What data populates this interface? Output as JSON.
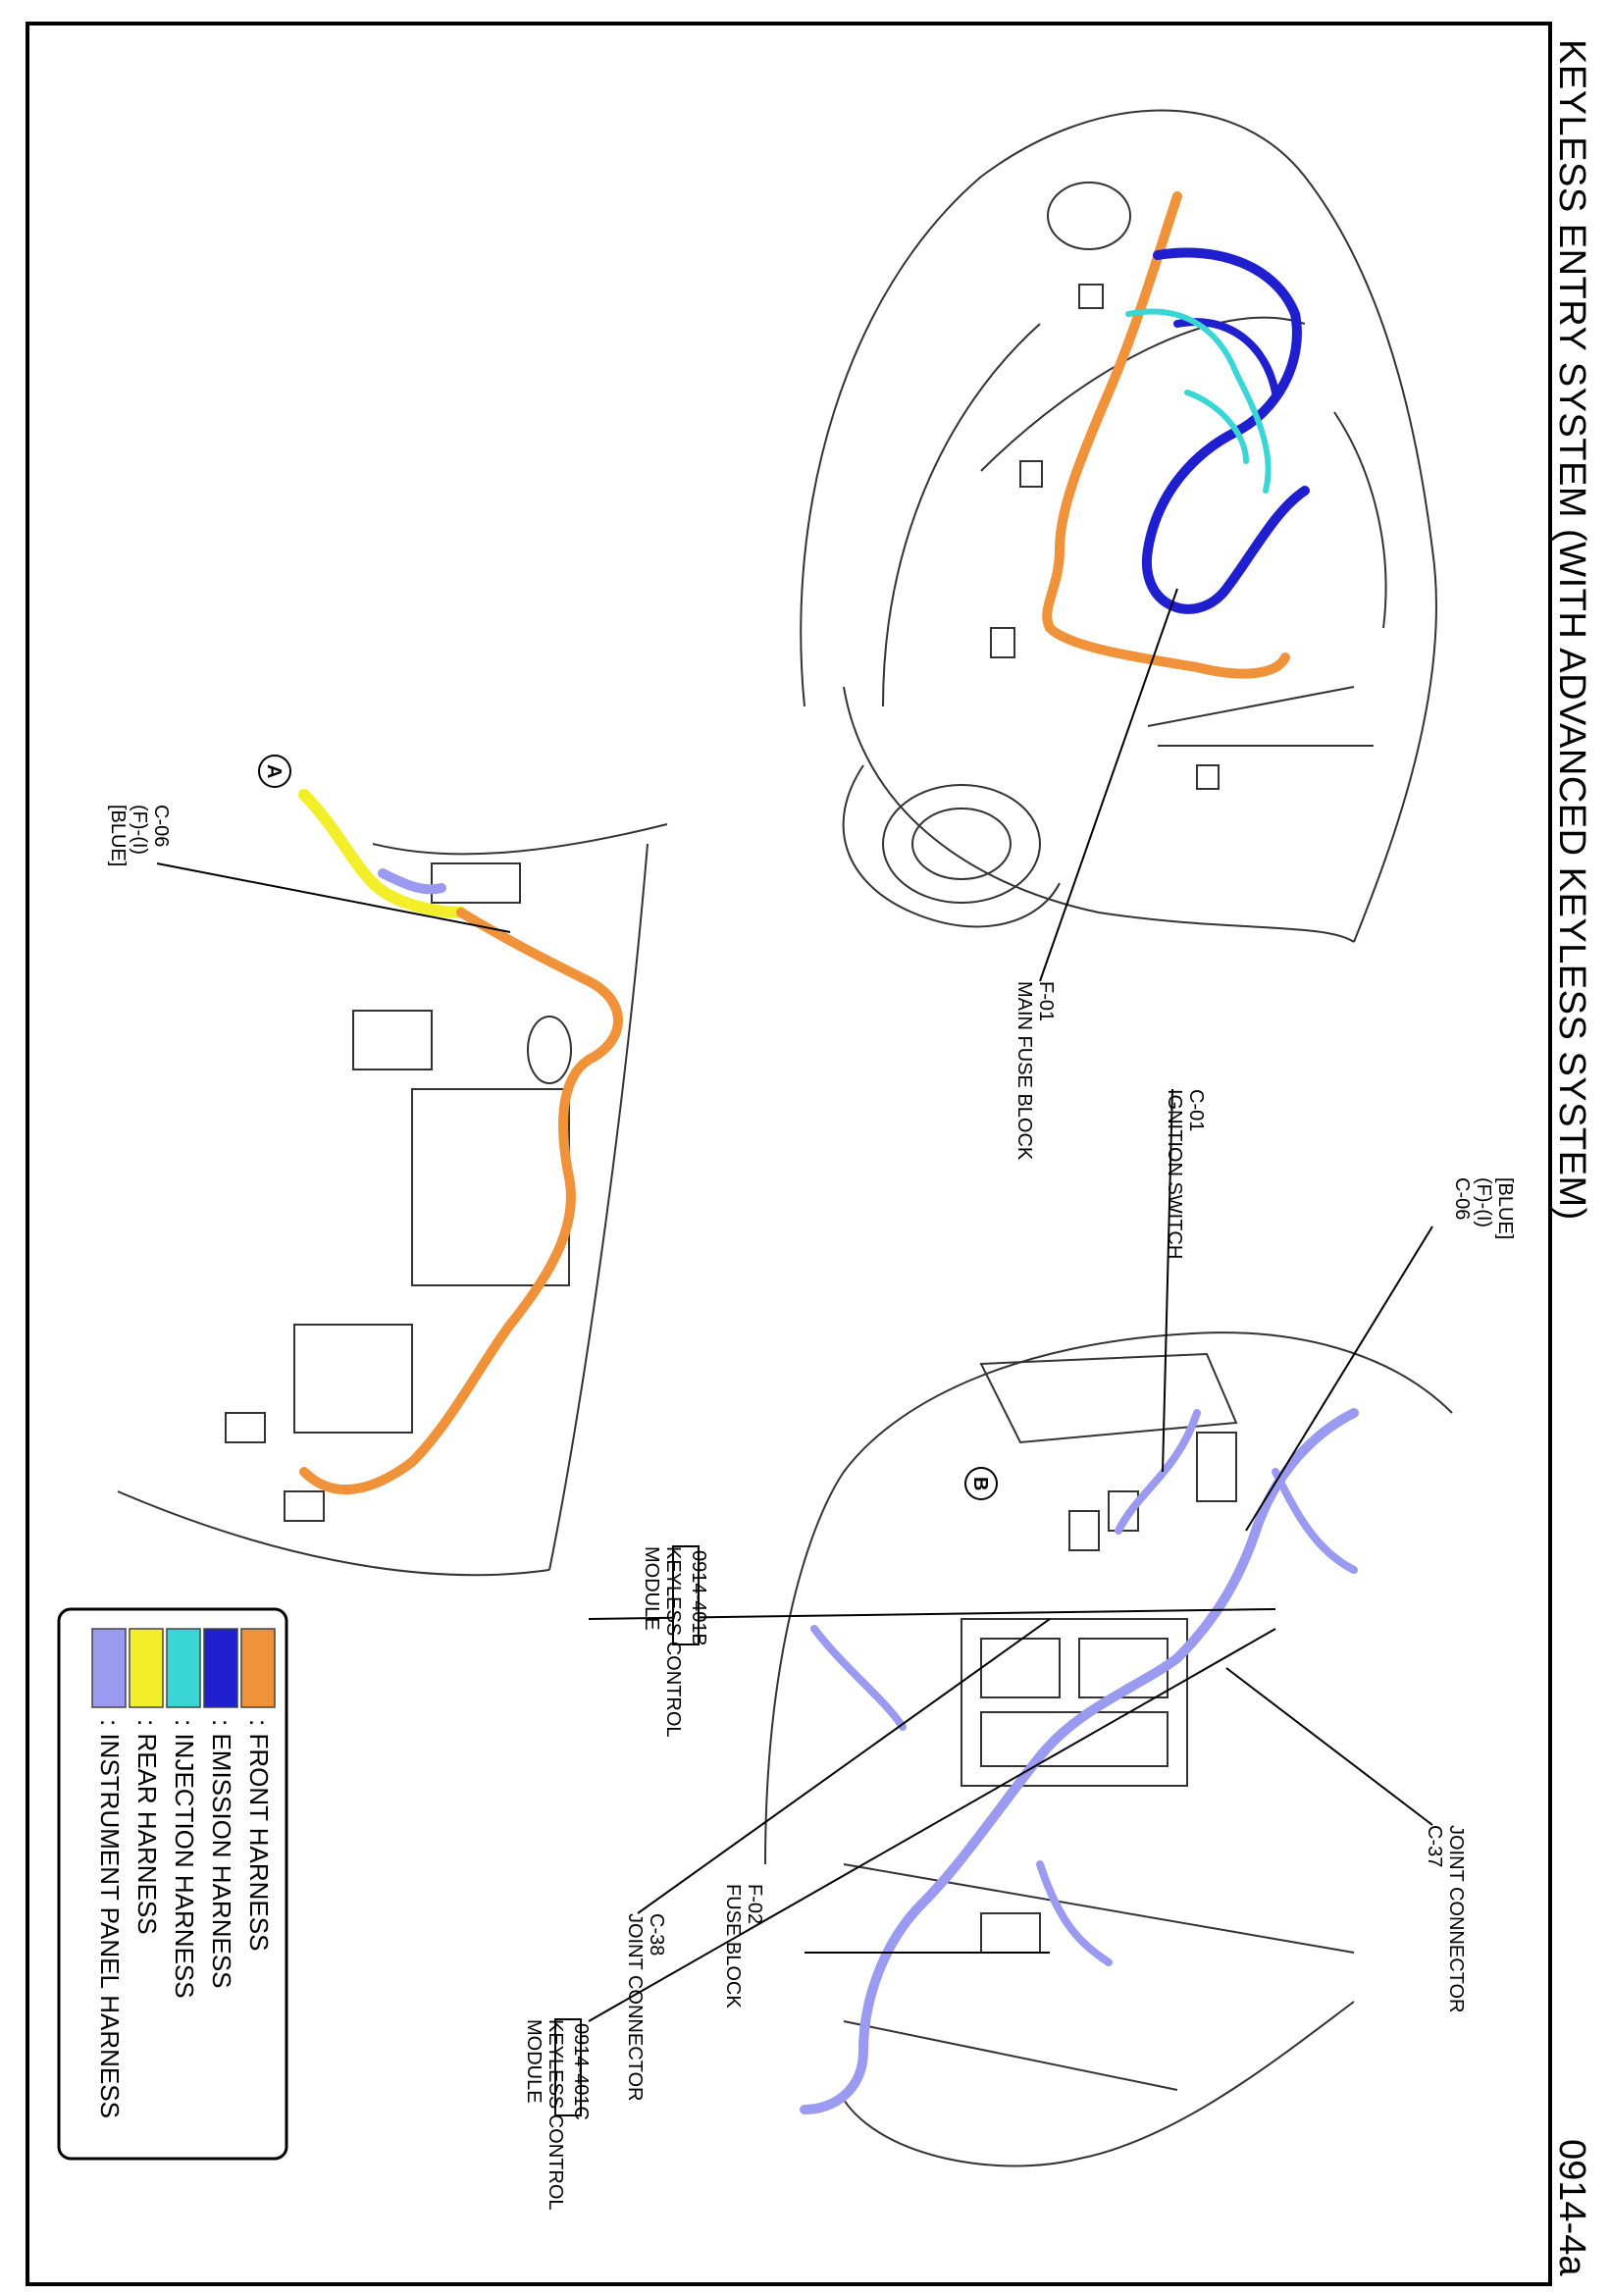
{
  "title": "KEYLESS ENTRY SYSTEM (WITH ADVANCED KEYLESS SYSTEM)",
  "page_code": "0914-4a",
  "colors": {
    "front_harness": "#f0923a",
    "emission_harness": "#1f1fcf",
    "injection_harness": "#3ad6d6",
    "rear_harness": "#f2ee2a",
    "instrument_panel_harness": "#9a9af0"
  },
  "callouts": {
    "c06_top": [
      "[BLUE]",
      "(F)-(I)",
      "C-06"
    ],
    "c01": [
      "C-01",
      "IGNITION SWITCH"
    ],
    "f01": [
      "F-01",
      "MAIN FUSE BLOCK"
    ],
    "c37": [
      "JOINT CONNECTOR",
      "C-37"
    ],
    "f02": [
      "F-02",
      "FUSE BLOCK"
    ],
    "c38": [
      "C-38",
      "JOINT CONNECTOR"
    ],
    "m401c": {
      "box": "0914-401C",
      "lines": [
        "KEYLESS CONTROL",
        "MODULE"
      ]
    },
    "m401b": {
      "box": "0914-401B",
      "lines": [
        "KEYLESS CONTROL",
        "MODULE"
      ]
    },
    "c06_left": [
      "C-06",
      "(F)-(I)",
      "[BLUE]"
    ]
  },
  "markers": {
    "a": "A",
    "b": "B"
  },
  "legend": [
    {
      "label": ": FRONT HARNESS"
    },
    {
      "label": ": EMISSION HARNESS"
    },
    {
      "label": ": INJECTION HARNESS"
    },
    {
      "label": ": REAR HARNESS"
    },
    {
      "label": ": INSTRUMENT PANEL HARNESS"
    }
  ]
}
